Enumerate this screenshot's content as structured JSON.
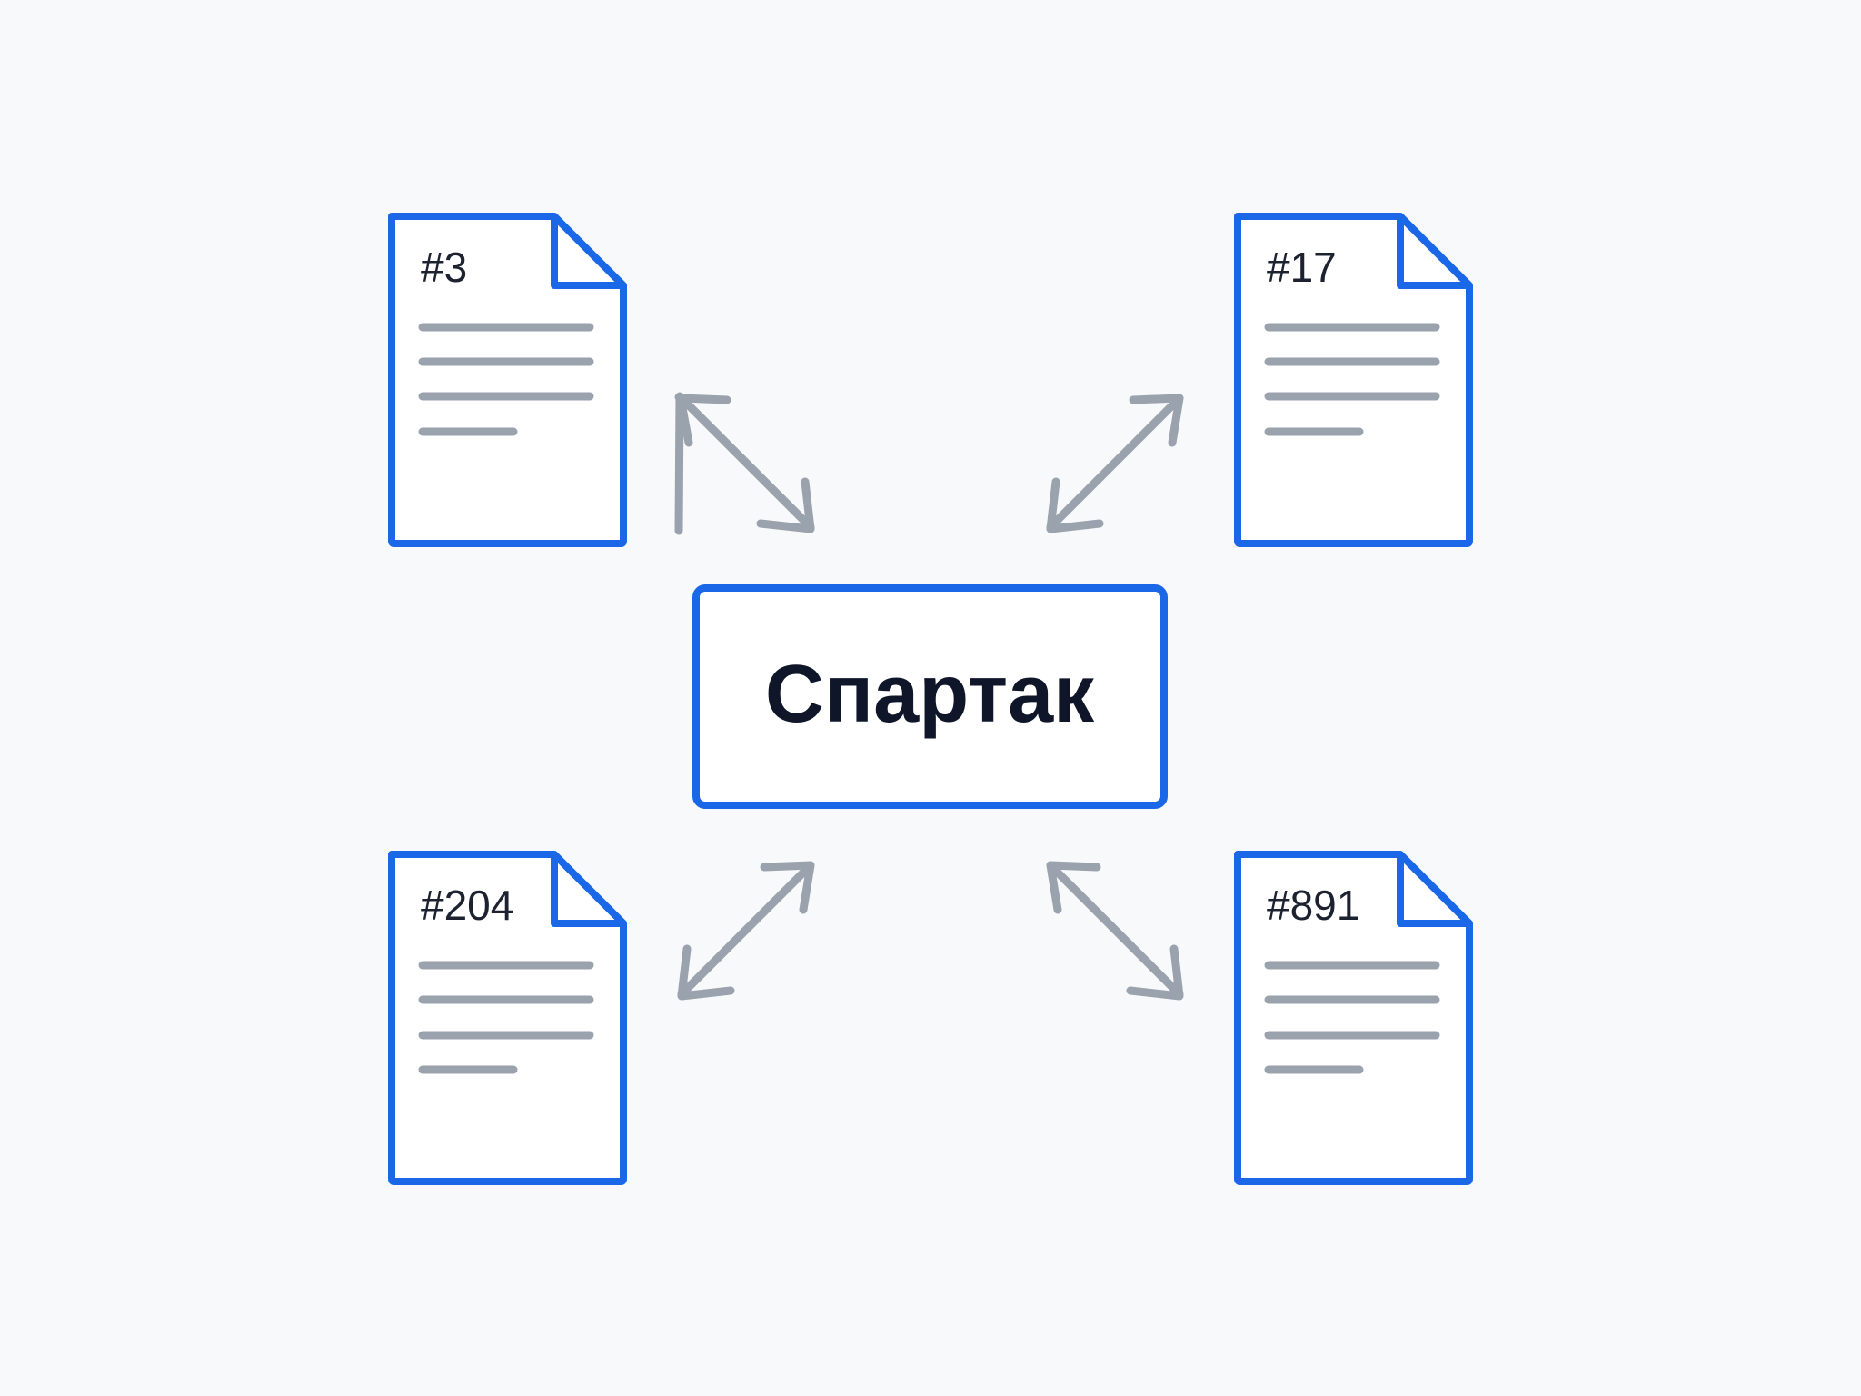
{
  "center": {
    "label": "Спартак"
  },
  "documents": [
    {
      "label": "#3"
    },
    {
      "label": "#17"
    },
    {
      "label": "#204"
    },
    {
      "label": "#891"
    }
  ],
  "colors": {
    "accent": "#1a68e8",
    "arrow": "#9aa2ae",
    "lines": "#9aa2ae",
    "background": "#f8f9fa",
    "text": "#0f1629"
  }
}
